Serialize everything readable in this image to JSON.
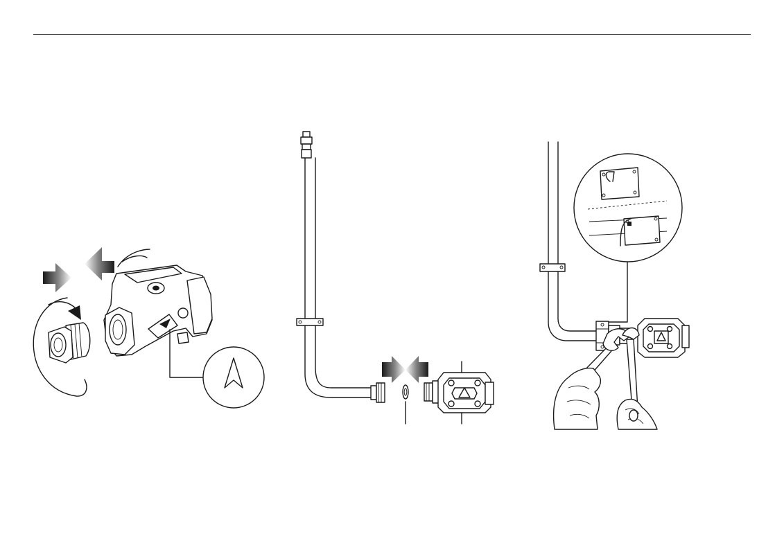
{
  "page": {
    "background": "#ffffff",
    "line_color": "#1a1a1a"
  },
  "figures": [
    {
      "id": "step-1",
      "icons": [
        "rotate-arrow-icon",
        "push-together-arrows-icon",
        "flow-direction-arrow-icon"
      ]
    },
    {
      "id": "step-2",
      "icons": [
        "push-together-arrows-icon"
      ]
    },
    {
      "id": "step-3",
      "icons": [
        "wrench-icon",
        "bracket-detail-icon"
      ]
    }
  ]
}
